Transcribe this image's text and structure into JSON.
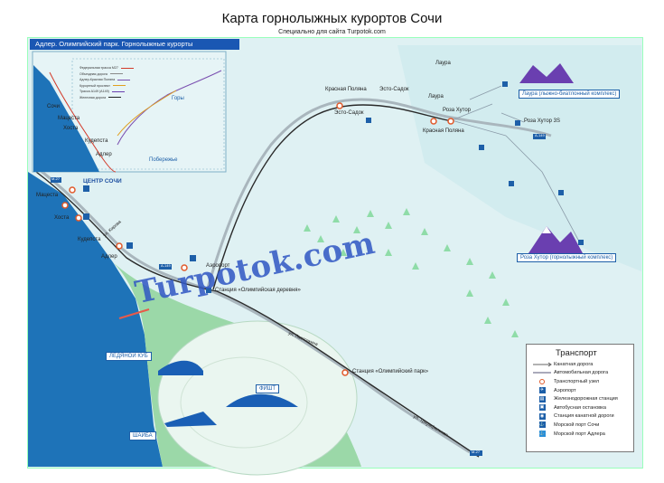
{
  "header": {
    "title": "Карта горнолыжных курортов Сочи",
    "subtitle": "Специально для сайта Turpotok.com"
  },
  "banner": "Адлер. Олимпийский парк. Горнолыжные курорты",
  "inset": {
    "legend": [
      {
        "label": "Федеральная трасса М27",
        "color": "#d23a2a"
      },
      {
        "label": "Объездная дорога",
        "color": "#8a8a8a"
      },
      {
        "label": "Адлер-Красная Поляна",
        "color": "#7a4fb0"
      },
      {
        "label": "Курортный проспект",
        "color": "#e0a020"
      },
      {
        "label": "Трасса А149 (А149)",
        "color": "#6a3fb0"
      },
      {
        "label": "Железная дорога",
        "color": "#222222"
      }
    ],
    "places": {
      "sochi": "Сочи",
      "matsesta": "Мацеста",
      "khosta": "Хоста",
      "kudepsta": "Кудепста",
      "adler": "Адлер",
      "gory": "Горы",
      "poberezhye": "Побережье"
    }
  },
  "places": {
    "center_sochi": "ЦЕНТР СОЧИ",
    "matsesta": "Мацеста",
    "khosta": "Хоста",
    "kudepsta": "Кудепста",
    "adler": "Адлер",
    "airport": "Аэропорт",
    "st_olymp_village": "Станция «Олимпийская деревня»",
    "st_olymp_park": "Станция «Олимпийский парк»",
    "krasnaya_polyana_top": "Красная Поляна",
    "esto_sadok_top": "Эсто-Садок",
    "esto_sadok": "Эсто-Садок",
    "krasnaya_polyana": "Красная Поляна",
    "laura_top": "Лаура",
    "laura": "Лаура",
    "roza_khutor": "Роза Хутор",
    "roza_khutor_3s": "Роза Хутор 3S",
    "laura_complex": "Лаура (лыжно-биатлонный комплекс)",
    "roza_khutor_complex": "Роза Хутор (горнолыжный комплекс)",
    "ice_cube": "ЛЕДЯНОЙ КУБ",
    "fisht": "ФИШТ",
    "shayba": "ШАЙБА",
    "street_kurortny": "ул. Кирова",
    "street_kastelskaya": "ул. Ласточкина",
    "street_triumphalnaya": "ул. Триумфальная"
  },
  "road_labels": {
    "m27_a": "М-27",
    "m27_b": "М-27",
    "a149_a": "А-149",
    "a149_b": "А-149"
  },
  "watermark": "Turpotok.com",
  "legend": {
    "title": "Транспорт",
    "items": [
      {
        "icon": "cable-car-line",
        "label": "Канатная дорога"
      },
      {
        "icon": "road-line",
        "label": "Автомобильная дорога"
      },
      {
        "icon": "transport-hub",
        "label": "Транспортный узел"
      },
      {
        "icon": "airport",
        "label": "Аэропорт"
      },
      {
        "icon": "railway-station",
        "label": "Железнодорожная станция"
      },
      {
        "icon": "bus-stop",
        "label": "Автобусная остановка"
      },
      {
        "icon": "cable-car-station",
        "label": "Станция канатной дороги"
      },
      {
        "icon": "sea-port-sochi",
        "label": "Морской порт Сочи"
      },
      {
        "icon": "sea-port-adler",
        "label": "Морской порт Адлера"
      }
    ]
  },
  "colors": {
    "sea": "#1e73b8",
    "land": "#dff1f3",
    "accent_blue": "#1d5fa8",
    "hub_orange": "#e05a2b",
    "forest_green": "#8fdca8",
    "purple_peaks": "#6a3fb0"
  }
}
